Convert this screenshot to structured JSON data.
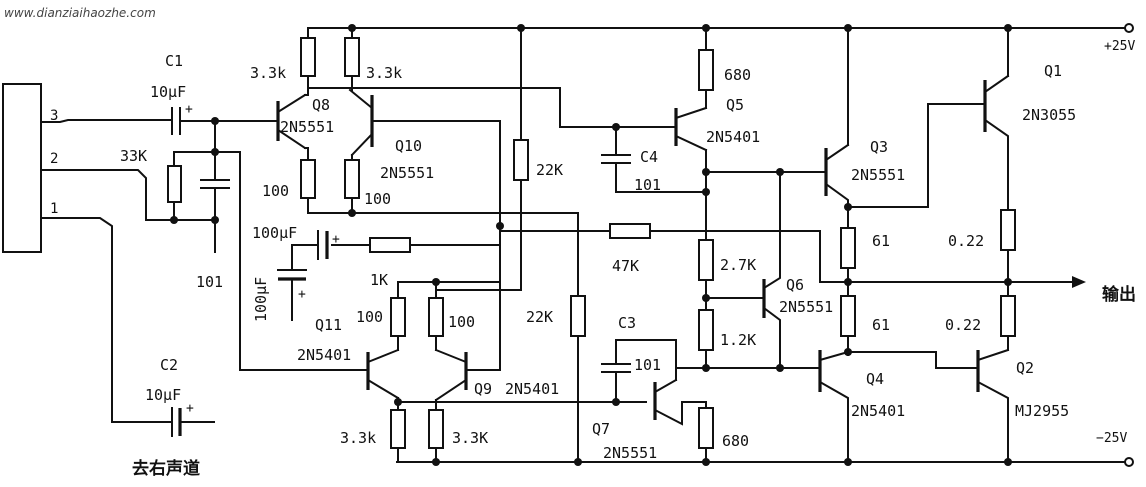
{
  "watermark": "www.dianziaihaozhe.com",
  "connector": {
    "pins": [
      "3",
      "2",
      "1"
    ],
    "channel_label": "去右声道"
  },
  "supply": {
    "positive": "+25V",
    "negative": "−25V",
    "output": "输出"
  },
  "capacitors": {
    "c1": {
      "name": "C1",
      "value": "10μF",
      "plus": "+"
    },
    "c2": {
      "name": "C2",
      "value": "10μF",
      "plus": "+"
    },
    "c3": {
      "name": "C3",
      "value": "101"
    },
    "c4": {
      "name": "C4",
      "value": "101"
    },
    "c_in": {
      "value": "101"
    },
    "c_fb1": {
      "value": "100μF",
      "plus": "+"
    },
    "c_fb2": {
      "value": "100μF",
      "plus": "+"
    }
  },
  "resistors": {
    "r_in": "33K",
    "r_q8e": "100",
    "r_q10e": "100",
    "r_q8c": "3.3k",
    "r_q10c": "3.3k",
    "r_22k_a": "22K",
    "r_22k_b": "22K",
    "r_q5": "680",
    "r_fb": "47K",
    "r_27k": "2.7K",
    "r_12k": "1.2K",
    "r_1k": "1K",
    "r_q11e": "100",
    "r_q9e": "100",
    "r_bot1": "3.3k",
    "r_bot2": "3.3K",
    "r_q7": "680",
    "r_61a": "61",
    "r_61b": "61",
    "r_022a": "0.22",
    "r_022b": "0.22"
  },
  "transistors": {
    "q1": {
      "name": "Q1",
      "part": "2N3055"
    },
    "q2": {
      "name": "Q2",
      "part": "MJ2955"
    },
    "q3": {
      "name": "Q3",
      "part": "2N5551"
    },
    "q4": {
      "name": "Q4",
      "part": "2N5401"
    },
    "q5": {
      "name": "Q5",
      "part": "2N5401"
    },
    "q6": {
      "name": "Q6",
      "part": "2N5551"
    },
    "q7": {
      "name": "Q7",
      "part": "2N5551"
    },
    "q8": {
      "name": "Q8",
      "part": "2N5551"
    },
    "q9": {
      "name": "Q9",
      "part": "2N5401"
    },
    "q10": {
      "name": "Q10",
      "part": "2N5551"
    },
    "q11": {
      "name": "Q11",
      "part": "2N5401"
    }
  }
}
